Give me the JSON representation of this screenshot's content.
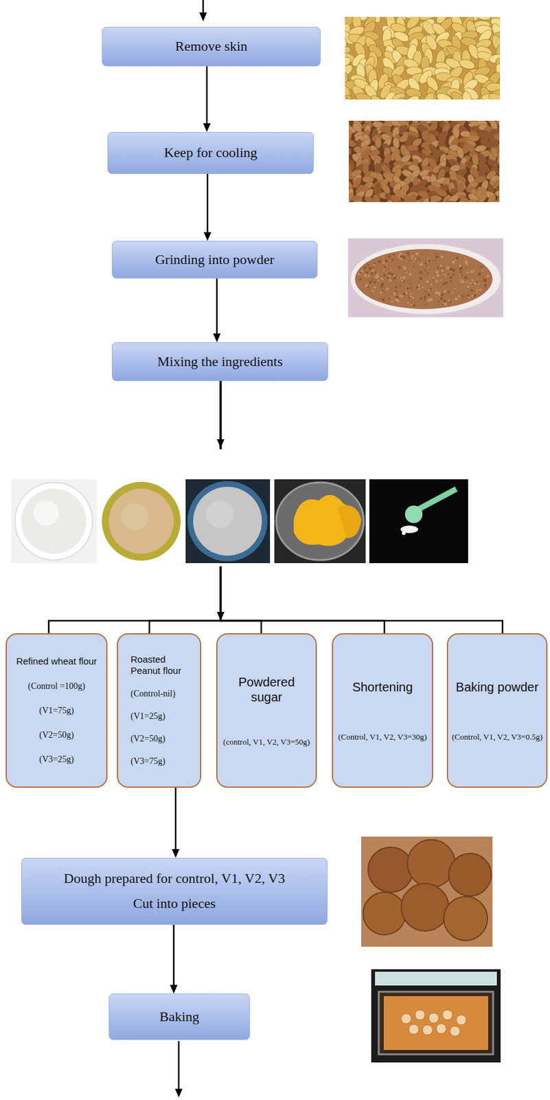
{
  "diagram": {
    "nodes": [
      {
        "text": [
          "Remove skin"
        ]
      },
      {
        "text": [
          "Keep for cooling"
        ]
      },
      {
        "text": [
          "Grinding into powder"
        ]
      },
      {
        "text": [
          "Mixing the ingredients"
        ]
      },
      {
        "text": [
          "Refined wheat flour",
          "(Control =100g)",
          "(V1=75g)",
          "(V2=50g)",
          "(V3=25g)"
        ]
      },
      {
        "text": [
          "Roasted Peanut flour",
          "(Control-nil)",
          "(V1=25g)",
          "(V2=50g)",
          "(V3=75g)"
        ]
      },
      {
        "text": [
          "Powdered sugar",
          "(control, V1, V2, V3=50g)"
        ]
      },
      {
        "text": [
          "Shortening",
          "(Control, V1, V2, V3=30g)"
        ]
      },
      {
        "text": [
          "Baking powder",
          "(Control, V1, V2, V3=0.5g)"
        ]
      },
      {
        "text": [
          "Dough prepared for control, V1, V2, V3",
          "Cut into pieces"
        ]
      },
      {
        "text": [
          "Baking"
        ]
      }
    ],
    "edges": [
      {
        "from": 0,
        "to": 1,
        "arrow": "to"
      },
      {
        "from": 1,
        "to": 2,
        "arrow": "to"
      },
      {
        "from": 2,
        "to": 3,
        "arrow": "to"
      },
      {
        "from": 3,
        "to": 4,
        "arrow": "none"
      },
      {
        "from": 3,
        "to": 5,
        "arrow": "none"
      },
      {
        "from": 3,
        "to": 6,
        "arrow": "none"
      },
      {
        "from": 3,
        "to": 7,
        "arrow": "none"
      },
      {
        "from": 3,
        "to": 8,
        "arrow": "none"
      },
      {
        "from": 5,
        "to": 9,
        "arrow": "to"
      },
      {
        "from": 9,
        "to": 10,
        "arrow": "to"
      }
    ]
  }
}
